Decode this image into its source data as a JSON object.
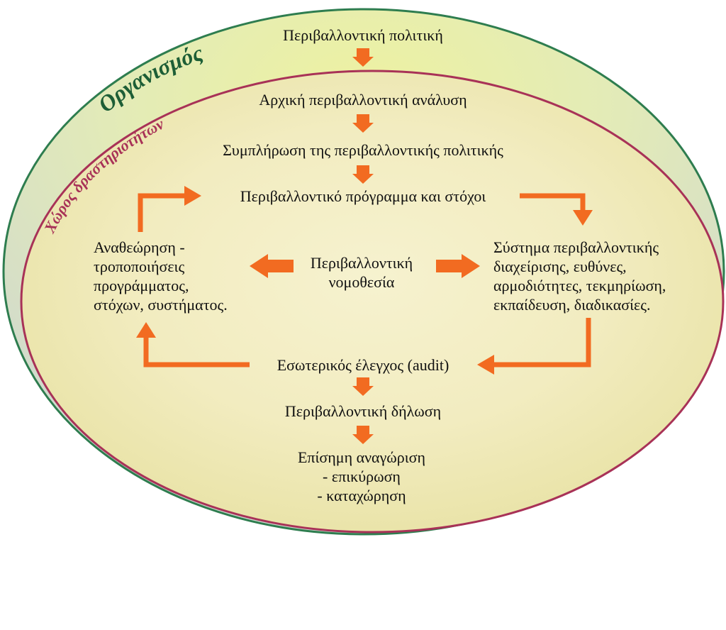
{
  "colors": {
    "outer_border": "#2e7d4f",
    "inner_border": "#a83257",
    "arrow": "#f26b21",
    "outer_label": "#1d5e36",
    "inner_label": "#a83257"
  },
  "labels": {
    "organism": "Οργανισμός",
    "activity_space": "Χώρος δραστηριοτήτων"
  },
  "nodes": {
    "policy": "Περιβαλλοντική πολιτική",
    "initial_analysis": "Αρχική περιβαλλοντική ανάλυση",
    "policy_completion": "Συμπλήρωση της περιβαλλοντικής πολιτικής",
    "program_goals": "Περιβαλλοντικό πρόγραμμα και στόχοι",
    "review": [
      "Αναθεώρηση -",
      "τροποποιήσεις",
      "προγράμματος,",
      "στόχων, συστήματος."
    ],
    "legislation": [
      "Περιβαλλοντική",
      "νομοθεσία"
    ],
    "management_system": [
      "Σύστημα περιβαλλοντικής",
      "διαχείρισης, ευθύνες,",
      "αρμοδιότητες, τεκμηρίωση,",
      "εκπαίδευση, διαδικασίες."
    ],
    "audit": "Εσωτερικός έλεγχος (audit)",
    "declaration": "Περιβαλλοντική δήλωση",
    "recognition": [
      "Επίσημη αναγώριση",
      "- επικύρωση",
      "- καταχώρηση"
    ]
  }
}
